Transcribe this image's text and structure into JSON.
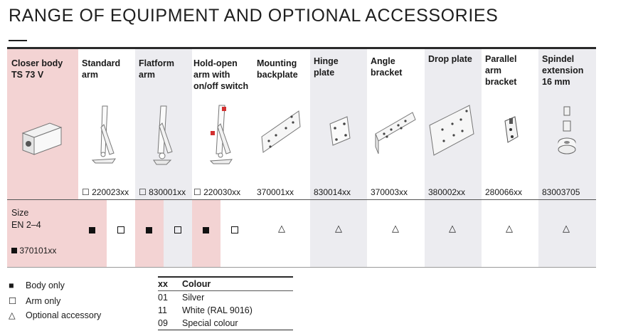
{
  "title": "RANGE OF EQUIPMENT AND OPTIONAL ACCESSORIES",
  "columns": [
    {
      "header": "Closer body\nTS 73 V",
      "code": "",
      "mark": ""
    },
    {
      "header": "Standard\narm",
      "code_prefix": "☐",
      "code": "220023xx"
    },
    {
      "header": "Flatform\narm",
      "code_prefix": "☐",
      "code": "830001xx"
    },
    {
      "header": "Hold-open\narm with\non/off switch",
      "code_prefix": "☐",
      "code": "220030xx"
    },
    {
      "header": "Mounting\nbackplate",
      "code": "370001xx"
    },
    {
      "header": "Hinge\nplate",
      "code": "830014xx"
    },
    {
      "header": "Angle\nbracket",
      "code": "370003xx"
    },
    {
      "header": "Drop plate",
      "code": "380002xx"
    },
    {
      "header": "Parallel\narm\nbracket",
      "code": "280066xx"
    },
    {
      "header": "Spindel\nextension\n16 mm",
      "code": "83003705"
    }
  ],
  "size_row": {
    "label": "Size\nEN 2–4",
    "code": "370101xx",
    "marks": [
      "filled",
      "empty",
      "filled",
      "empty",
      "filled",
      "empty",
      "triangle",
      "triangle",
      "triangle",
      "triangle",
      "triangle",
      "triangle"
    ]
  },
  "legend": [
    {
      "symbol": "■",
      "label": "Body only"
    },
    {
      "symbol": "☐",
      "label": "Arm only"
    },
    {
      "symbol": "△",
      "label": "Optional accessory"
    }
  ],
  "colour_table": {
    "header_code": "xx",
    "header_label": "Colour",
    "rows": [
      {
        "code": "01",
        "label": "Silver"
      },
      {
        "code": "11",
        "label": "White (RAL 9016)"
      },
      {
        "code": "09",
        "label": "Special colour"
      }
    ]
  },
  "colors": {
    "pink": "#f3d3d3",
    "grey": "#ececf0"
  }
}
